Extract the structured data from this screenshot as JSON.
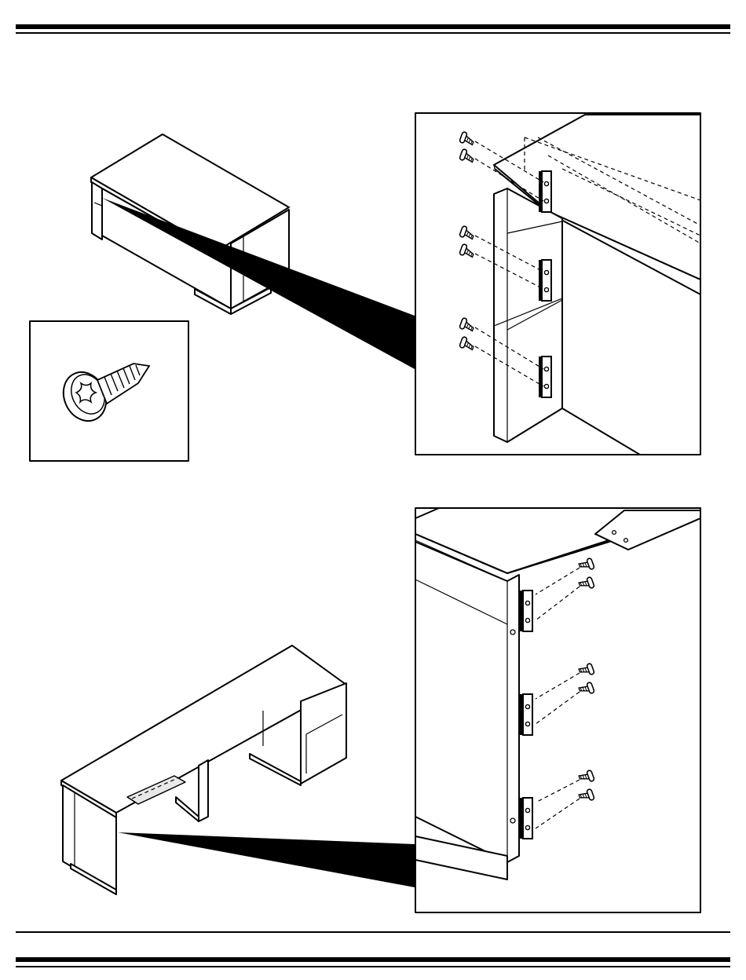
{
  "page": {
    "background": "#ffffff",
    "line_color": "#000000",
    "caption_text": ""
  },
  "figures": {
    "cabinet_overview": {
      "icon": "desk-cabinet-icon"
    },
    "bracket_detail_top": {
      "icon": "bracket-detail-icon",
      "screw_count": 6,
      "bracket_count": 3
    },
    "screw_callout": {
      "icon": "pan-head-screw-icon"
    },
    "long_desk_overview": {
      "icon": "long-desk-icon"
    },
    "bracket_detail_bottom": {
      "icon": "bracket-detail-icon",
      "screw_count": 6,
      "bracket_count": 3
    }
  }
}
